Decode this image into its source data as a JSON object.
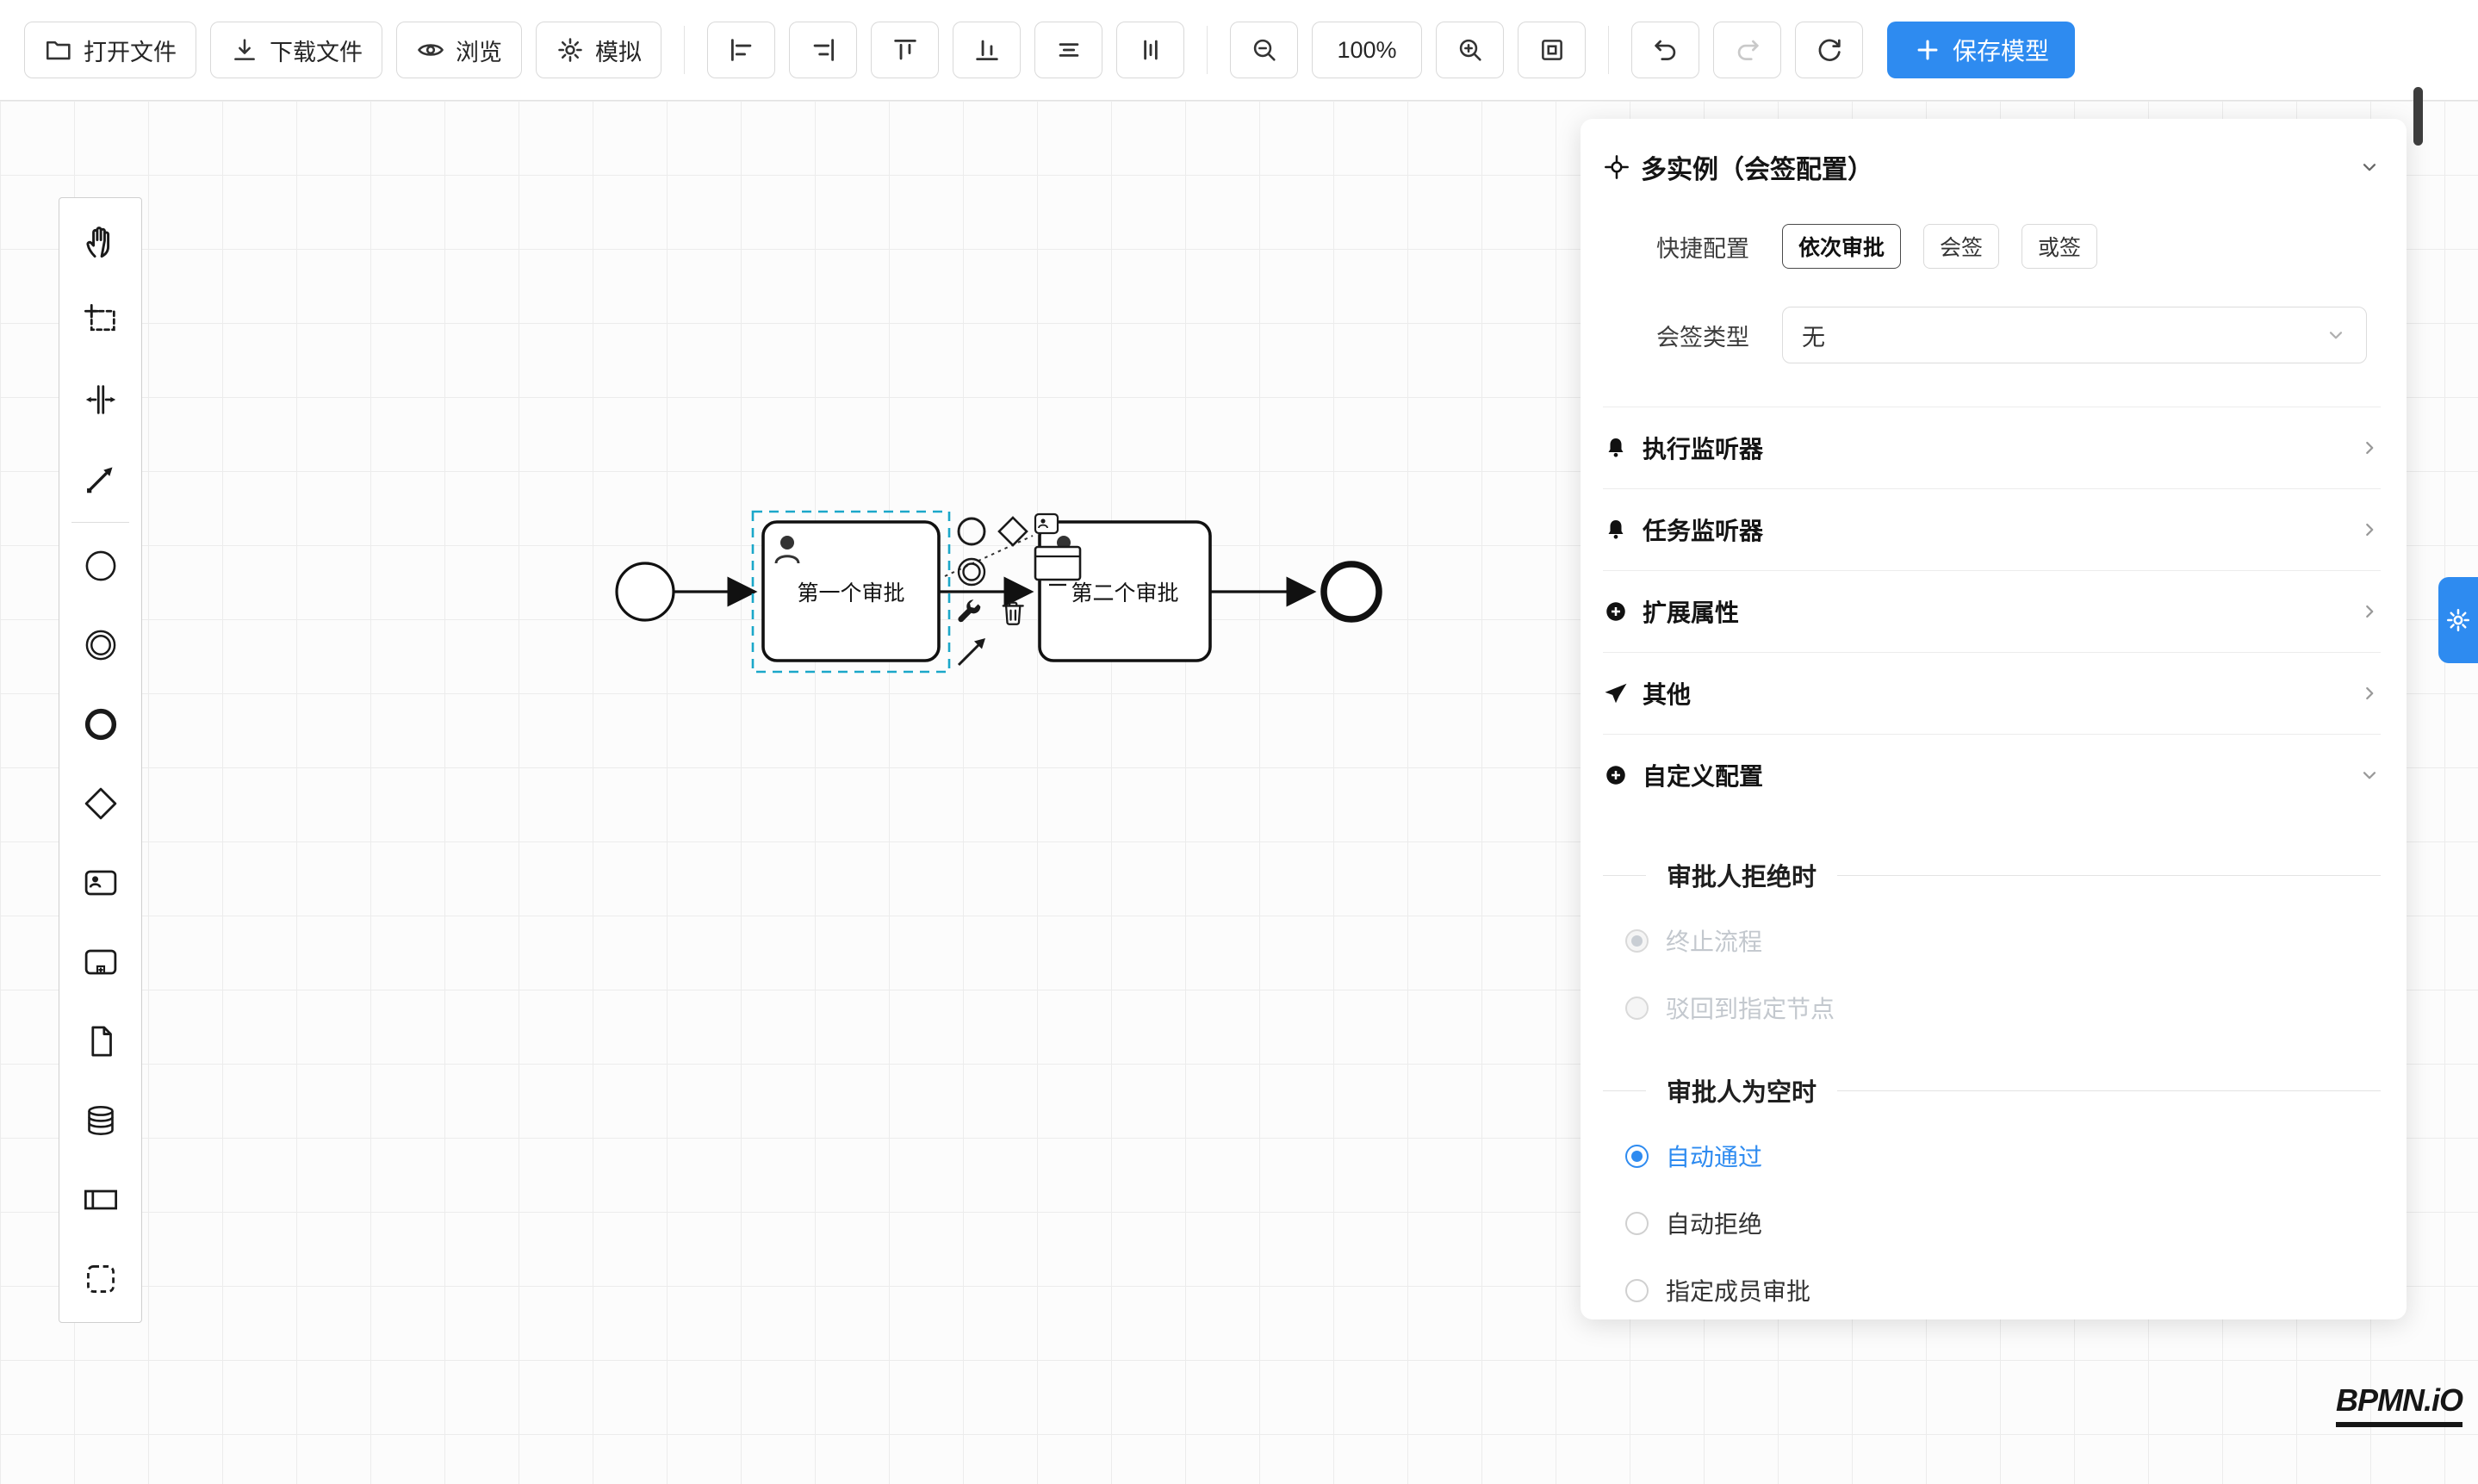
{
  "colors": {
    "accent_blue": "#2e8bf0",
    "selection_outline": "#1ba7c9",
    "shape_stroke": "#111111",
    "disabled_text": "#c3c8ce"
  },
  "toolbar": {
    "open_file": "打开文件",
    "download_file": "下载文件",
    "preview": "浏览",
    "simulate": "模拟",
    "zoom_level": "100%",
    "save_label": "保存模型",
    "icons": [
      "folder-open",
      "download",
      "eye",
      "gear",
      "align-left",
      "align-right",
      "align-top",
      "align-bottom",
      "distribute-horizontal",
      "distribute-vertical",
      "zoom-out",
      "zoom-in",
      "fit-viewport",
      "undo",
      "redo",
      "reset",
      "plus"
    ]
  },
  "palette": {
    "icons": [
      "hand-tool",
      "lasso-tool",
      "space-tool",
      "global-connect-tool",
      "start-event",
      "intermediate-event",
      "end-event",
      "gateway",
      "user-task",
      "subprocess",
      "data-object",
      "data-store",
      "participant",
      "group"
    ]
  },
  "diagram": {
    "nodes": [
      {
        "type": "start-event",
        "label": ""
      },
      {
        "type": "user-task",
        "label": "第一个审批",
        "selected": true
      },
      {
        "type": "user-task",
        "label": "第二个审批",
        "selected": false
      },
      {
        "type": "end-event",
        "label": ""
      }
    ],
    "context_pad_icons": [
      "append-end-event",
      "append-gateway",
      "append-user-task",
      "append-intermediate-event",
      "append-call-activity",
      "replace-wrench",
      "delete-trash",
      "connect-arrow"
    ]
  },
  "panel": {
    "title": "多实例（会签配置）",
    "quick_config": {
      "label": "快捷配置",
      "options": [
        "依次审批",
        "会签",
        "或签"
      ],
      "active": "依次审批"
    },
    "sign_type": {
      "label": "会签类型",
      "value": "无"
    },
    "sections": [
      {
        "icon": "bell-icon",
        "label": "执行监听器"
      },
      {
        "icon": "bell-icon",
        "label": "任务监听器"
      },
      {
        "icon": "plus-circle-icon",
        "label": "扩展属性"
      },
      {
        "icon": "send-icon",
        "label": "其他"
      },
      {
        "icon": "plus-circle-icon",
        "label": "自定义配置",
        "expanded": true
      }
    ],
    "custom_config": {
      "reject_title": "审批人拒绝时",
      "reject_options": [
        {
          "label": "终止流程",
          "checked": true,
          "disabled": true
        },
        {
          "label": "驳回到指定节点",
          "checked": false,
          "disabled": true
        }
      ],
      "empty_title": "审批人为空时",
      "empty_options": [
        {
          "label": "自动通过",
          "checked": true,
          "disabled": false
        },
        {
          "label": "自动拒绝",
          "checked": false,
          "disabled": false
        },
        {
          "label": "指定成员审批",
          "checked": false,
          "disabled": false
        }
      ]
    }
  },
  "settings_tab": {
    "icon": "gear-icon"
  },
  "footer": {
    "logo": "BPMN.iO"
  }
}
